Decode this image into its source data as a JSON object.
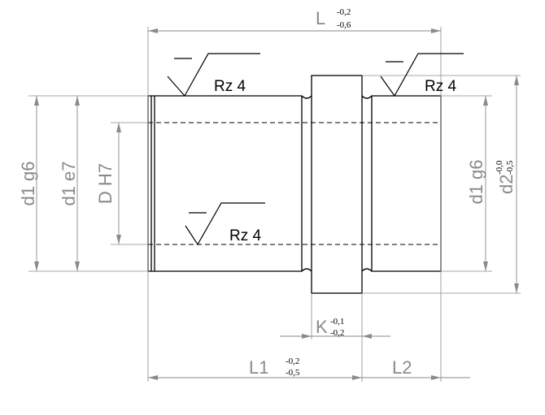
{
  "dimensions": {
    "overall_length": {
      "label": "L",
      "upper_tol": "-0,2",
      "lower_tol": "-0,6"
    },
    "length_l1": {
      "label": "L1",
      "upper_tol": "-0,2",
      "lower_tol": "-0,5"
    },
    "length_l2": {
      "label": "L2"
    },
    "collar_width": {
      "label": "K",
      "upper_tol": "-0,1",
      "lower_tol": "-0,2"
    },
    "diameter_left_g6": {
      "label": "d1 g6"
    },
    "diameter_left_e7": {
      "label": "d1 e7"
    },
    "bore_diameter": {
      "label": "D H7"
    },
    "diameter_right_g6": {
      "label": "d1 g6"
    },
    "collar_diameter": {
      "label": "d2",
      "upper_tol": "-0,0",
      "lower_tol": "-0,5"
    }
  },
  "surface_finish": {
    "left_outer": "Rz 4",
    "right_outer": "Rz 4",
    "bore": "Rz 4"
  }
}
